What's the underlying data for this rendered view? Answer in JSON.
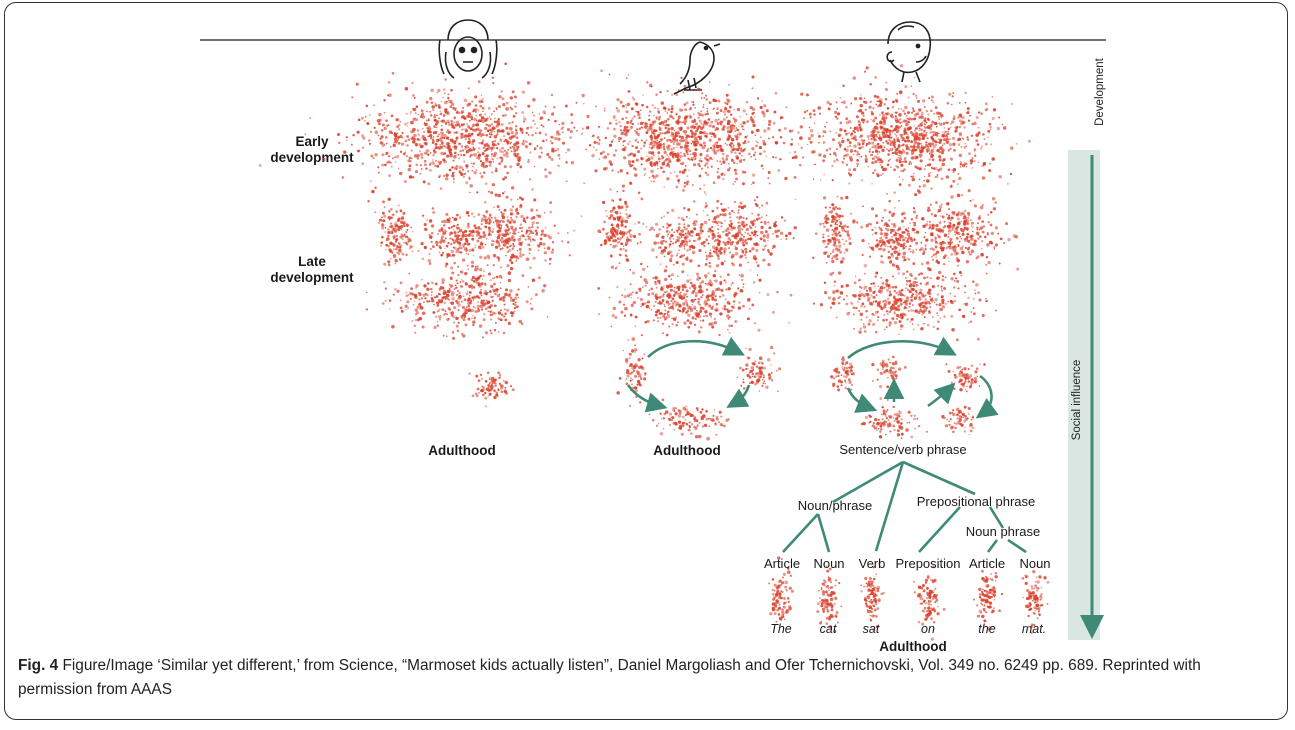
{
  "figure": {
    "row_labels": {
      "early": [
        "Early",
        "development"
      ],
      "late": [
        "Late",
        "development"
      ]
    },
    "species_icons": [
      "marmoset-icon",
      "bird-icon",
      "infant-icon"
    ],
    "adulthood_label": "Adulthood",
    "sentence_label": "Sentence/verb phrase",
    "tree": {
      "noun_phrase_1": "Noun/phrase",
      "prepositional_phrase": "Prepositional phrase",
      "noun_phrase_2": "Noun phrase",
      "word_classes": [
        "Article",
        "Noun",
        "Verb",
        "Preposition",
        "Article",
        "Noun"
      ],
      "words": [
        "The",
        "cat",
        "sat",
        "on",
        "the",
        "mat."
      ]
    },
    "side_labels": {
      "development": "Development",
      "social_influence": "Social influence"
    },
    "colors": {
      "dots": "#d9422e",
      "arrows": "#3f8a76",
      "side_bar": "#d9e6e1"
    }
  },
  "caption": {
    "label": "Fig. 4",
    "text": " Figure/Image ‘Similar yet different,’ from Science, “Marmoset kids actually listen”, Daniel Margoliash and Ofer Tchernichovski, Vol. 349 no. 6249 pp. 689. Reprinted with permission from AAAS"
  }
}
